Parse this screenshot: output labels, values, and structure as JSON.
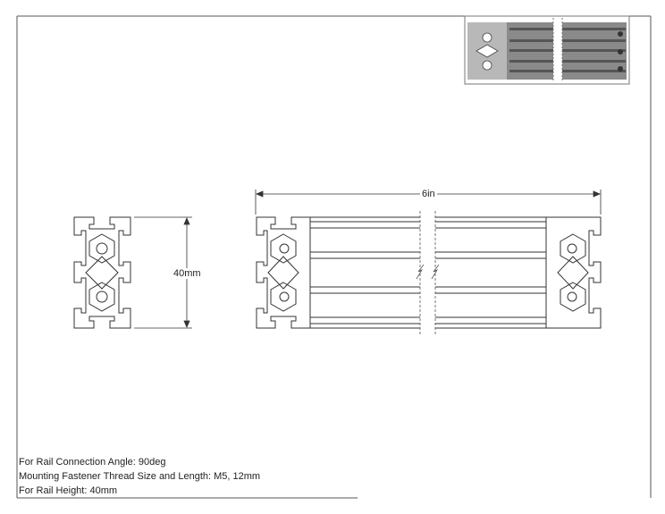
{
  "dimensions": {
    "width_label": "6in",
    "height_label": "40mm"
  },
  "notes": {
    "connection_angle": "For Rail Connection Angle: 90deg",
    "fastener": "Mounting Fastener Thread Size and Length: M5, 12mm",
    "rail_height": "For Rail Height: 40mm"
  },
  "colors": {
    "line": "#333333",
    "border": "#555555",
    "shade_dark": "#6e6e6e",
    "shade_mid": "#a0a0a0"
  }
}
